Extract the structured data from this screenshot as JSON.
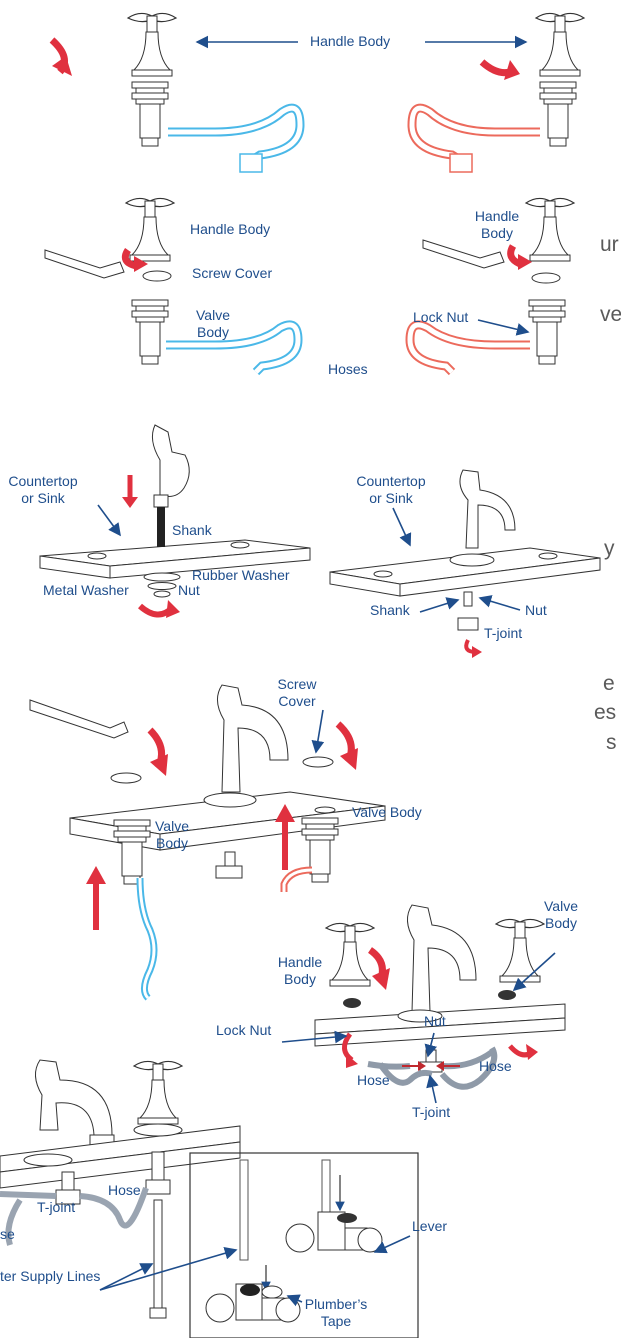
{
  "labels": {
    "handle_body": "Handle Body",
    "handle_body_split": [
      "Handle",
      "Body"
    ],
    "screw_cover": "Screw Cover",
    "screw_cover_split": [
      "Screw",
      "Cover"
    ],
    "valve_body": "Valve Body",
    "valve_body_split": [
      "Valve",
      "Body"
    ],
    "lock_nut": "Lock Nut",
    "hoses": "Hoses",
    "hose": "Hose",
    "hose_cut": "se",
    "countertop_split": [
      "Countertop",
      "or Sink"
    ],
    "shank": "Shank",
    "rubber_washer": "Rubber Washer",
    "metal_washer": "Metal Washer",
    "nut": "Nut",
    "t_joint": "T-joint",
    "water_supply_cut": "ter Supply Lines",
    "lever": "Lever",
    "plumbers_tape_split": [
      "Plumber’s",
      "Tape"
    ]
  },
  "cut_text": [
    "ur",
    "ve",
    "y",
    "e",
    "es",
    "s"
  ],
  "colors": {
    "label_blue": "#1f4e8c",
    "arrow_red": "#e0313f",
    "hose_blue": "#4ab8e8",
    "hose_red": "#ec6a5c",
    "line_dark": "#333333"
  }
}
